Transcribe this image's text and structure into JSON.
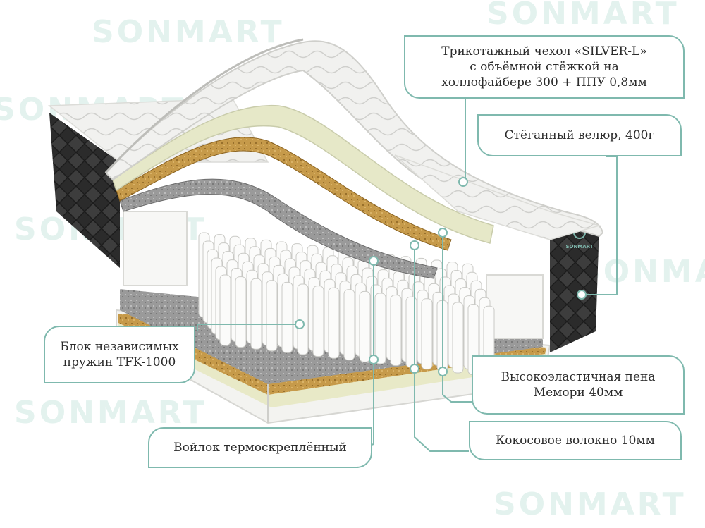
{
  "watermark": {
    "text": "SONMART"
  },
  "product_label": {
    "text": "SONMART"
  },
  "callouts": {
    "cover": {
      "lines": [
        "Трикотажный чехол «SILVER-L»",
        "с объёмной стёжкой на",
        "холлофайбере 300 + ППУ 0,8мм"
      ]
    },
    "velour": {
      "lines": [
        "Стёганный велюр, 400г"
      ]
    },
    "springs": {
      "lines": [
        "Блок независимых",
        "пружин TFK-1000"
      ]
    },
    "memory": {
      "lines": [
        "Высокоэластичная пена",
        "Мемори 40мм"
      ]
    },
    "felt": {
      "lines": [
        "Войлок термоскреплённый"
      ]
    },
    "coconut": {
      "lines": [
        "Кокосовое волокно 10мм"
      ]
    }
  },
  "colors": {
    "accent": "#7fb9ae",
    "memory_foam": "#e6e8c8",
    "coconut": "#c69a4a",
    "felt": "#8d8d8d",
    "velour": "#2e2e2e"
  }
}
